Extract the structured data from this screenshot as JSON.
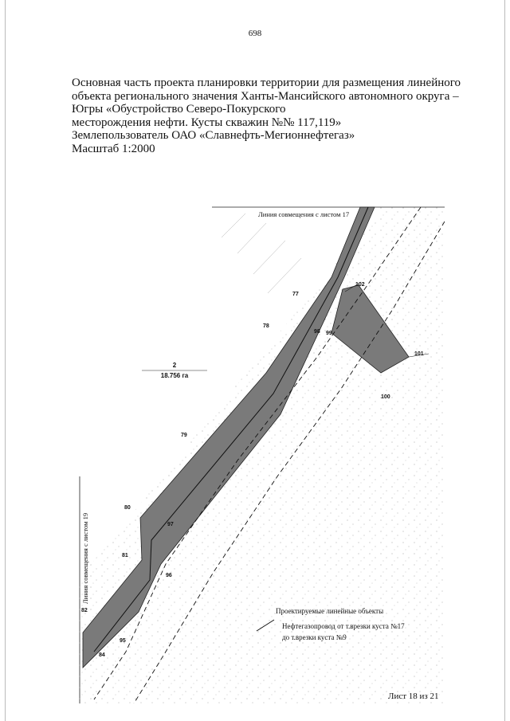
{
  "page_number": "698",
  "heading_lines": [
    "Основная часть проекта планировки территории  для размещения линейного",
    "объекта регионального значения Ханты-Мансийского автономного округа –",
    "Югры  «Обустройство Северо-Покурского",
    "месторождения нефти. Кусты скважин №№ 117,119»",
    "Землепользователь ОАО «Славнефть-Мегионнефтегаз»",
    "Масштаб 1:2000"
  ],
  "map": {
    "match_line_top": "Линия совмещения с листом 17",
    "match_line_left": "Линия совмещения с листом 19",
    "parcel_number": "2",
    "parcel_area": "18.756 га",
    "point_labels": [
      "77",
      "78",
      "79",
      "80",
      "81",
      "82",
      "84",
      "95",
      "96",
      "97",
      "98",
      "99",
      "100",
      "101",
      "102"
    ],
    "legend_title": "Проектируемые линейные объекты",
    "legend_line1": "Нефтегазопровод от т.врезки куста №17",
    "legend_line2": "до т.врезки куста №9"
  },
  "sheet_label": "Лист 18 из 21",
  "colors": {
    "parcel_fill": "#7a7a7a",
    "ink": "#111111"
  }
}
